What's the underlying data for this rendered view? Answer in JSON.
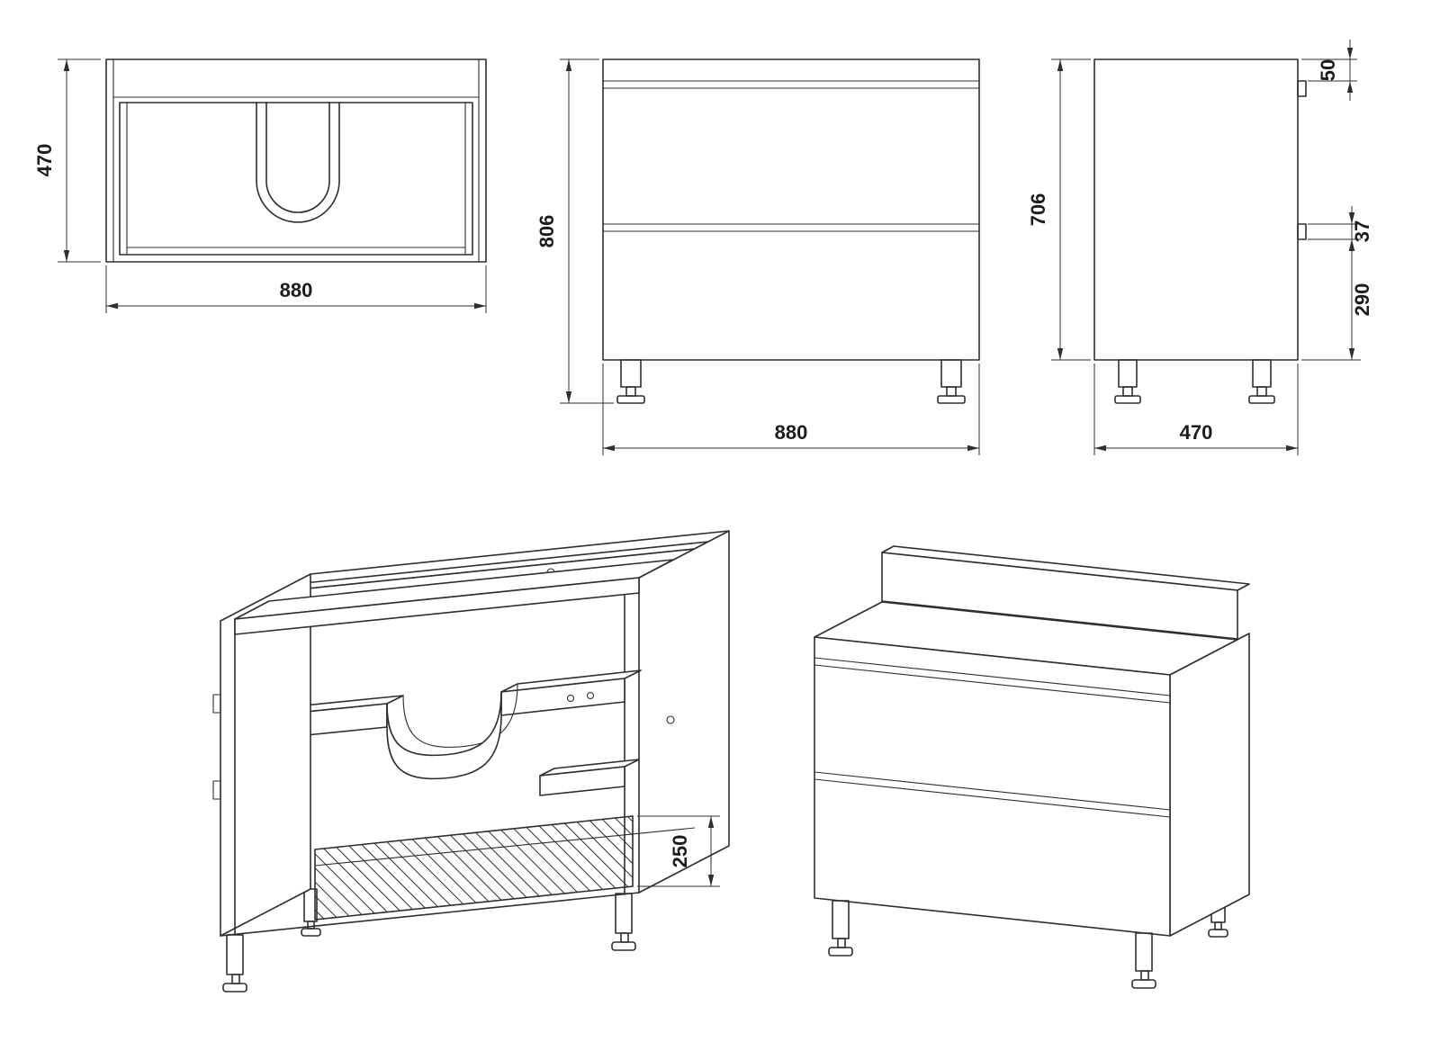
{
  "meta": {
    "title": "Bathroom vanity cabinet — technical dimension drawing",
    "views": [
      "top view",
      "front view",
      "side view",
      "isometric open carcass",
      "isometric assembled"
    ]
  },
  "colors": {
    "line_color": "#2e2e2e",
    "background": "#ffffff"
  },
  "dimensions": {
    "top_view": {
      "depth": "470",
      "width": "880"
    },
    "front_view": {
      "height": "806",
      "width": "880"
    },
    "side_view": {
      "height": "706",
      "top_offset": "50",
      "bracket_height": "37",
      "bracket_bottom": "290",
      "depth": "470"
    },
    "iso_view": {
      "bottom_panel": "250"
    }
  }
}
